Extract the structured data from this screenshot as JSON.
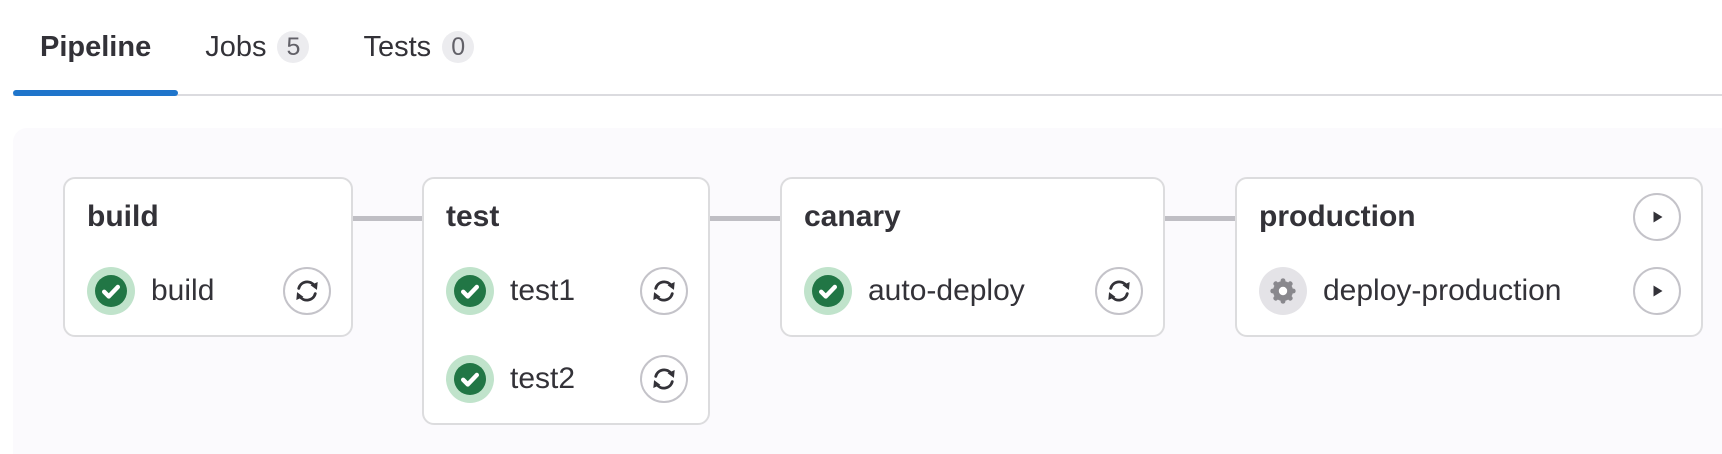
{
  "tabs": [
    {
      "label": "Pipeline",
      "badge": null,
      "active": true
    },
    {
      "label": "Jobs",
      "badge": "5",
      "active": false
    },
    {
      "label": "Tests",
      "badge": "0",
      "active": false
    }
  ],
  "pipeline": {
    "stages": [
      {
        "title": "build",
        "jobs": [
          {
            "name": "build",
            "status": "success",
            "action": "retry"
          }
        ]
      },
      {
        "title": "test",
        "jobs": [
          {
            "name": "test1",
            "status": "success",
            "action": "retry"
          },
          {
            "name": "test2",
            "status": "success",
            "action": "retry"
          }
        ]
      },
      {
        "title": "canary",
        "jobs": [
          {
            "name": "auto-deploy",
            "status": "success",
            "action": "retry"
          }
        ]
      },
      {
        "title": "production",
        "stage_action": "play",
        "jobs": [
          {
            "name": "deploy-production",
            "status": "manual",
            "action": "play"
          }
        ]
      }
    ]
  },
  "icons": {
    "status_success": "check-circle",
    "status_manual": "gear",
    "retry": "circular-arrows",
    "play": "play-triangle"
  },
  "colors": {
    "active_tab_indicator": "#1f75cb",
    "tab_border": "#dbdbdf",
    "badge_bg": "#ececef",
    "badge_text": "#626168",
    "panel_bg": "#fbfafd",
    "card_border": "#dcdcde",
    "connector": "#bfbec4",
    "success_dark": "#217645",
    "success_light": "#c0e3cb",
    "manual_dark": "#89888d",
    "manual_light": "#e4e3e7",
    "text": "#333238"
  }
}
